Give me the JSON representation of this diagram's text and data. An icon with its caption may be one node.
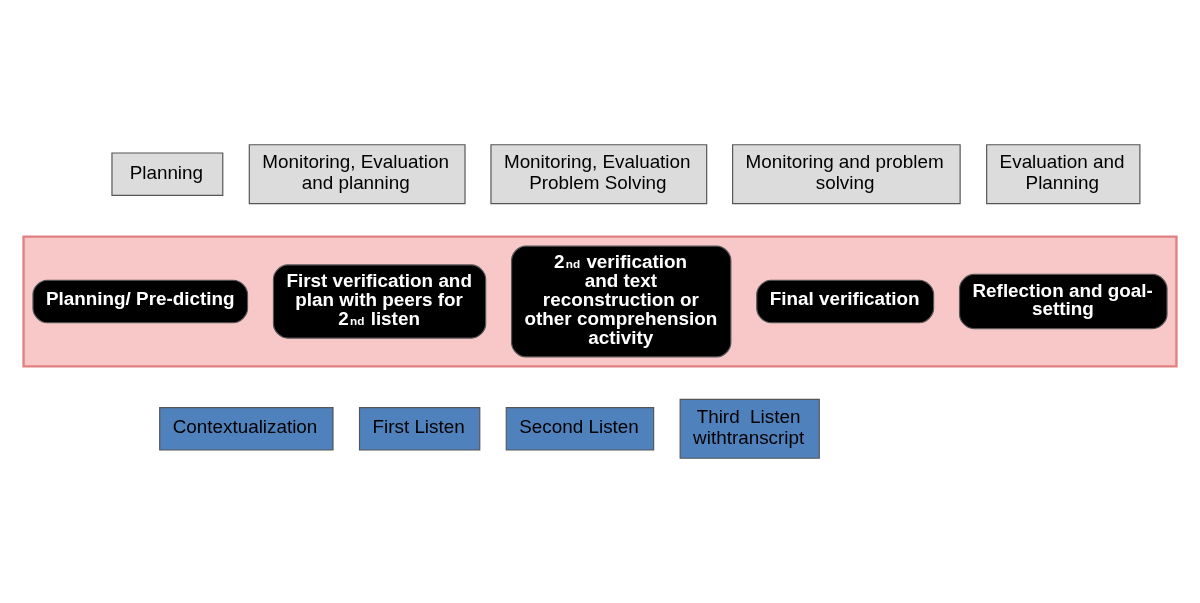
{
  "diagram": {
    "nodes": [
      {
        "text": [
          "Planning"
        ]
      },
      {
        "text": [
          "Monitoring, Evaluation and planning"
        ]
      },
      {
        "text": [
          "Monitoring, Evaluation Problem Solving"
        ]
      },
      {
        "text": [
          "Monitoring and problem solving"
        ]
      },
      {
        "text": [
          "Evaluation and Planning"
        ]
      },
      {
        "text": [],
        "shape": "arrow"
      },
      {
        "text": [
          "Planning/ Pre-dicting"
        ],
        "in": 5
      },
      {
        "text": [
          "First verification and plan with peers for 2$^{nd}$ listen"
        ],
        "in": 5
      },
      {
        "text": [
          "2$^{nd}$ verification and text reconstruction or other comprehension activity"
        ],
        "in": 5
      },
      {
        "text": [
          "Final verification"
        ],
        "in": 5
      },
      {
        "text": [
          "Reflection and goal-setting"
        ],
        "in": 5
      },
      {
        "text": [
          "Contextualization"
        ]
      },
      {
        "text": [
          "First Listen"
        ]
      },
      {
        "text": [
          "Second Listen"
        ]
      },
      {
        "text": [
          "Third  Listen withtranscript"
        ]
      }
    ],
    "edges": []
  }
}
